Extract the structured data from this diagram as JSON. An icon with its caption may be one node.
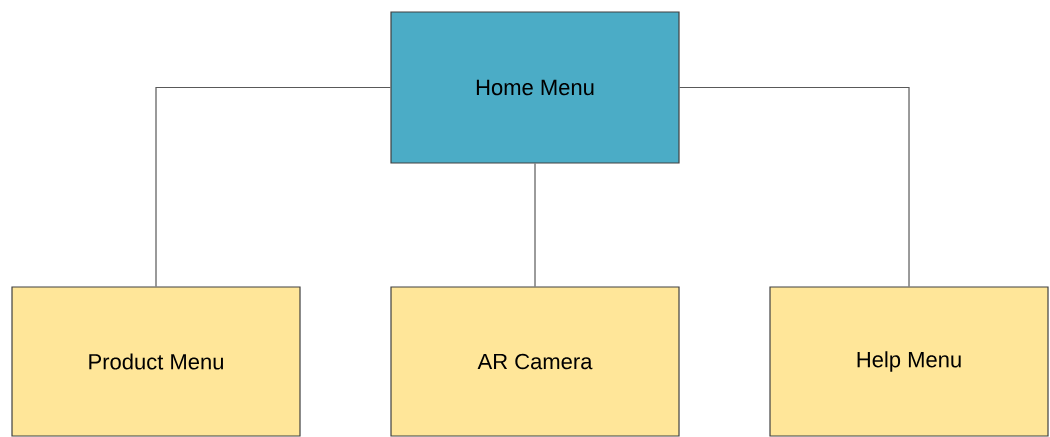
{
  "diagram": {
    "nodes": [
      {
        "text": [
          "Home Menu"
        ]
      },
      {
        "text": [
          "Product Menu"
        ]
      },
      {
        "text": [
          "AR Camera"
        ]
      },
      {
        "text": [
          "Help Menu"
        ]
      }
    ],
    "edges": [
      {
        "from": 0,
        "to": 1,
        "arrow": "none"
      },
      {
        "from": 0,
        "to": 2,
        "arrow": "none"
      },
      {
        "from": 0,
        "to": 3,
        "arrow": "none"
      }
    ]
  }
}
